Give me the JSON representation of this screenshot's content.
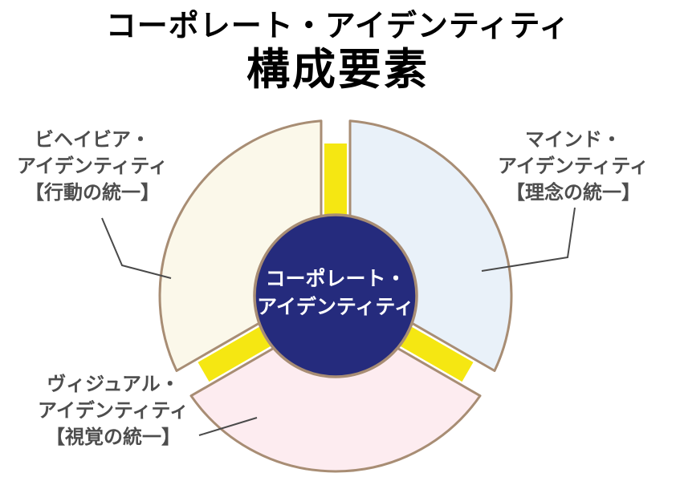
{
  "title": {
    "line1": "コーポレート・アイデンティティ",
    "line2": "構成要素"
  },
  "center_circle": {
    "line1": "コーポレート・",
    "line2": "アイデンティティ"
  },
  "labels": {
    "behavior": {
      "line1": "ビヘイビア・",
      "line2": "アイデンティティ",
      "line3": "【行動の統一】"
    },
    "mind": {
      "line1": "マインド・",
      "line2": "アイデンティティ",
      "line3": "【理念の統一】"
    },
    "visual": {
      "line1": "ヴィジュアル・",
      "line2": "アイデンティティ",
      "line3": "【視覚の統一】"
    }
  },
  "colors": {
    "behavior_fill": "#fbf8ea",
    "mind_fill": "#e9f1f9",
    "visual_fill": "#fdecf0",
    "divider_yellow": "#f5e712",
    "center_fill": "#252b7d",
    "outline": "#a88d74",
    "connector": "#4a4a4a",
    "label_text": "#4d4d4d",
    "title_text": "#000000",
    "center_text": "#ffffff"
  }
}
